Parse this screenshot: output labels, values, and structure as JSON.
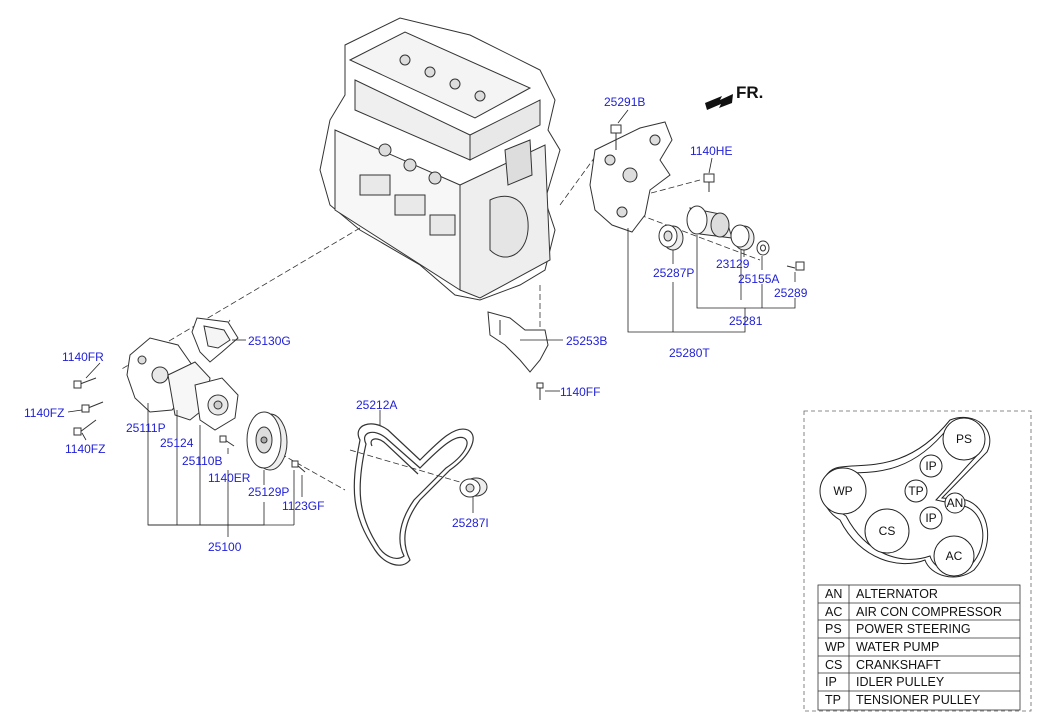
{
  "parts": {
    "p_25291B": "25291B",
    "p_1140HE": "1140HE",
    "p_25287P": "25287P",
    "p_23129": "23129",
    "p_25155A": "25155A",
    "p_25289": "25289",
    "p_25281": "25281",
    "p_25280T": "25280T",
    "p_25253B": "25253B",
    "p_1140FF": "1140FF",
    "p_25130G": "25130G",
    "p_1140FR": "1140FR",
    "p_1140FZ_a": "1140FZ",
    "p_1140FZ_b": "1140FZ",
    "p_25111P": "25111P",
    "p_25124": "25124",
    "p_25110B": "25110B",
    "p_1140ER": "1140ER",
    "p_25129P": "25129P",
    "p_1123GF": "1123GF",
    "p_25100": "25100",
    "p_25212A": "25212A",
    "p_25287I": "25287I"
  },
  "direction_label": "FR.",
  "belt_routing": {
    "pulleys": {
      "ps": "PS",
      "ip_top": "IP",
      "wp": "WP",
      "tp": "TP",
      "an": "AN",
      "ip_low": "IP",
      "cs": "CS",
      "ac": "AC"
    }
  },
  "legend": [
    {
      "code": "AN",
      "name": "ALTERNATOR"
    },
    {
      "code": "AC",
      "name": "AIR CON COMPRESSOR"
    },
    {
      "code": "PS",
      "name": "POWER STEERING"
    },
    {
      "code": "WP",
      "name": "WATER PUMP"
    },
    {
      "code": "CS",
      "name": "CRANKSHAFT"
    },
    {
      "code": "IP",
      "name": "IDLER PULLEY"
    },
    {
      "code": "TP",
      "name": "TENSIONER PULLEY"
    }
  ],
  "colors": {
    "callout": "#1f1fd6",
    "line": "#222222"
  }
}
